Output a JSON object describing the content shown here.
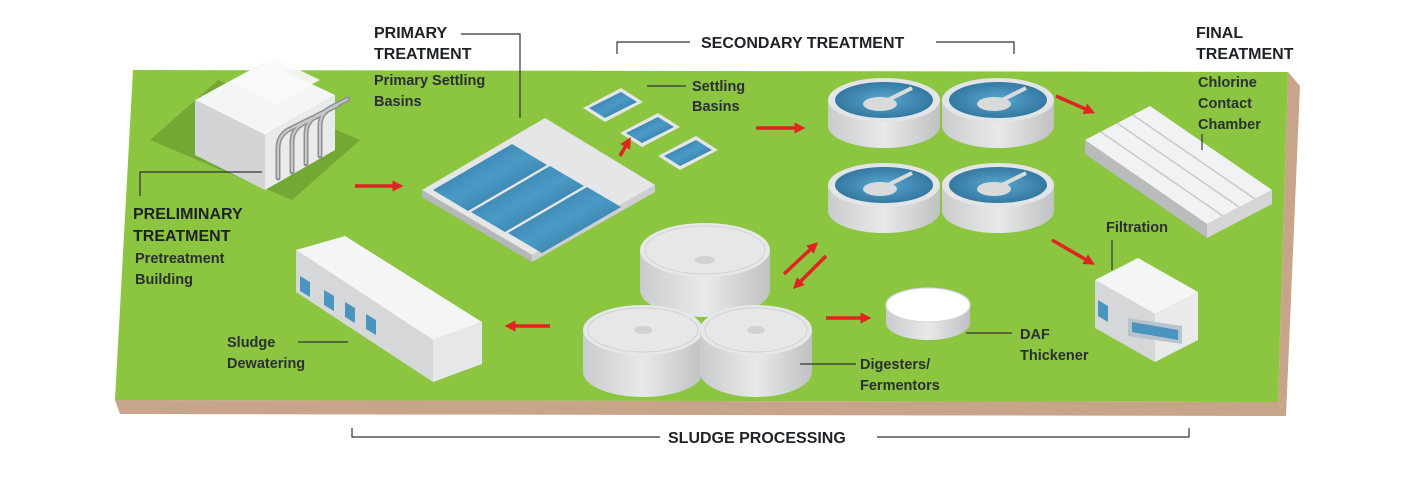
{
  "labels": {
    "preliminary": {
      "heading": [
        "PRELIMINARY",
        "TREATMENT"
      ],
      "sub": [
        "Pretreatment",
        "Building"
      ]
    },
    "primary": {
      "heading": [
        "PRIMARY",
        "TREATMENT"
      ],
      "sub": [
        "Primary Settling",
        "Basins"
      ]
    },
    "secondary": {
      "heading": "SECONDARY TREATMENT",
      "settling": [
        "Settling",
        "Basins"
      ]
    },
    "final": {
      "heading": [
        "FINAL",
        "TREATMENT"
      ],
      "sub": [
        "Chlorine",
        "Contact",
        "Chamber"
      ]
    },
    "filtration": "Filtration",
    "daf": [
      "DAF",
      "Thickener"
    ],
    "digesters": [
      "Digesters/",
      "Fermentors"
    ],
    "dewatering": [
      "Sludge",
      "Dewatering"
    ],
    "sludge_processing": "SLUDGE PROCESSING"
  },
  "colors": {
    "ground": "#8cc540",
    "ground_side": "#c8a48a",
    "water": "#3a88b5",
    "arrow": "#e02424",
    "building": "#e6e7e8"
  }
}
